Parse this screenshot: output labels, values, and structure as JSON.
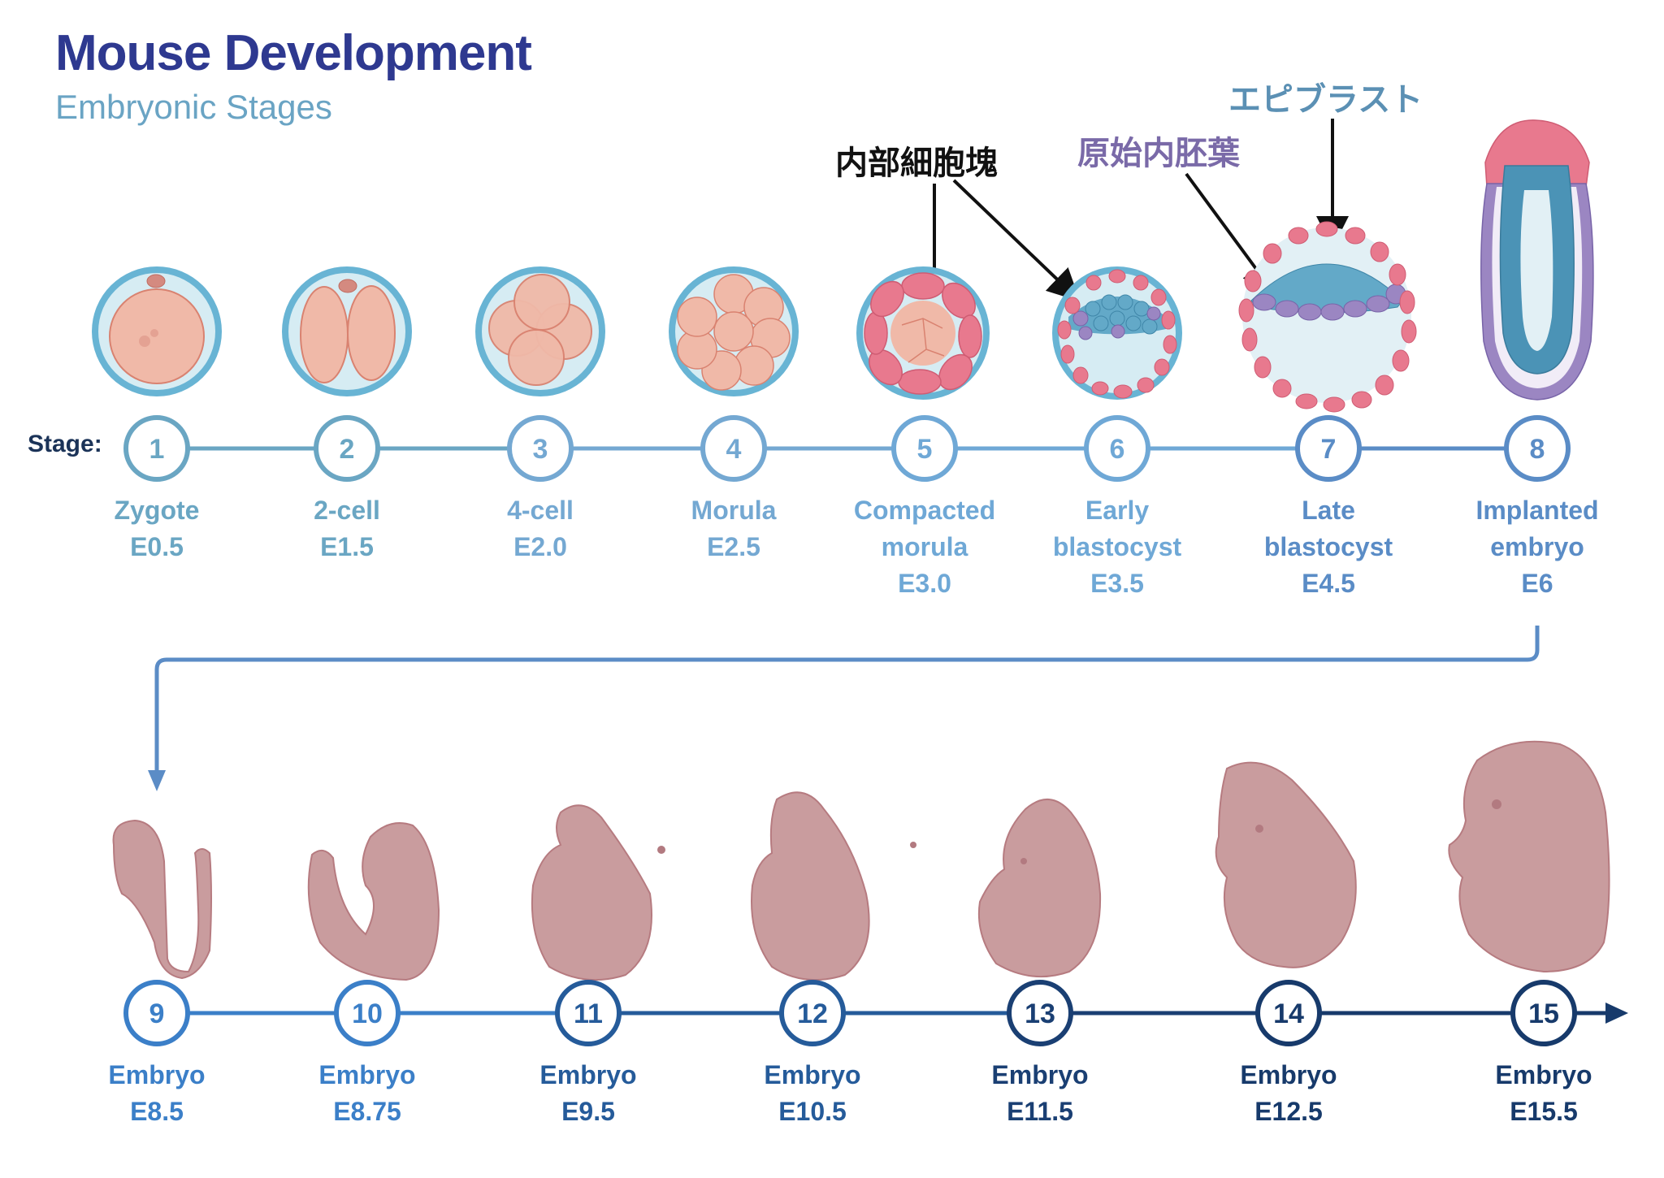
{
  "header": {
    "title": "Mouse Development",
    "subtitle": "Embryonic Stages"
  },
  "colors": {
    "title": "#2e3990",
    "subtitle": "#6aa4c4",
    "stage_label": "#1b3358",
    "annotation_black": "#111111",
    "annotation_purple": "#7a6aa8",
    "annotation_blue": "#5b90b4",
    "zona": "#68b4d4",
    "perivitelline": "#d6ecf3",
    "blastomere": "#f0b9a8",
    "blastomere_edge": "#d98270",
    "trophectoderm": "#e8798e",
    "epiblast": "#63a9c8",
    "primitive_endoderm": "#9b86c2",
    "embryo_skin": "#c99c9e",
    "embryo_edge": "#b67b80"
  },
  "annotations": {
    "inner_cell_mass": "内部細胞塊",
    "primitive_endoderm": "原始内胚葉",
    "epiblast": "エピブラスト"
  },
  "stage_prefix": "Stage:",
  "top_row": [
    {
      "number": "1",
      "lines": [
        "Zygote",
        "E0.5"
      ],
      "color": "#6aa6c3"
    },
    {
      "number": "2",
      "lines": [
        "2-cell",
        "E1.5"
      ],
      "color": "#6aa6c3"
    },
    {
      "number": "3",
      "lines": [
        "4-cell",
        "E2.0"
      ],
      "color": "#74a8d2"
    },
    {
      "number": "4",
      "lines": [
        "Morula",
        "E2.5"
      ],
      "color": "#74a8d2"
    },
    {
      "number": "5",
      "lines": [
        "Compacted",
        "morula",
        "E3.0"
      ],
      "color": "#6fa8d6"
    },
    {
      "number": "6",
      "lines": [
        "Early",
        "blastocyst",
        "E3.5"
      ],
      "color": "#6fa8d6"
    },
    {
      "number": "7",
      "lines": [
        "Late",
        "blastocyst",
        "E4.5"
      ],
      "color": "#5a8cc6"
    },
    {
      "number": "8",
      "lines": [
        "Implanted",
        "embryo",
        "E6"
      ],
      "color": "#5a8cc6"
    }
  ],
  "bottom_row": [
    {
      "number": "9",
      "lines": [
        "Embryo",
        "E8.5"
      ],
      "color": "#3b7fc8"
    },
    {
      "number": "10",
      "lines": [
        "Embryo",
        "E8.75"
      ],
      "color": "#3b7fc8"
    },
    {
      "number": "11",
      "lines": [
        "Embryo",
        "E9.5"
      ],
      "color": "#255b9a"
    },
    {
      "number": "12",
      "lines": [
        "Embryo",
        "E10.5"
      ],
      "color": "#255b9a"
    },
    {
      "number": "13",
      "lines": [
        "Embryo",
        "E11.5"
      ],
      "color": "#1a3f73"
    },
    {
      "number": "14",
      "lines": [
        "Embryo",
        "E12.5"
      ],
      "color": "#173a6b"
    },
    {
      "number": "15",
      "lines": [
        "Embryo",
        "E15.5"
      ],
      "color": "#173a6b"
    }
  ],
  "connector_color": "#5b8cc6"
}
